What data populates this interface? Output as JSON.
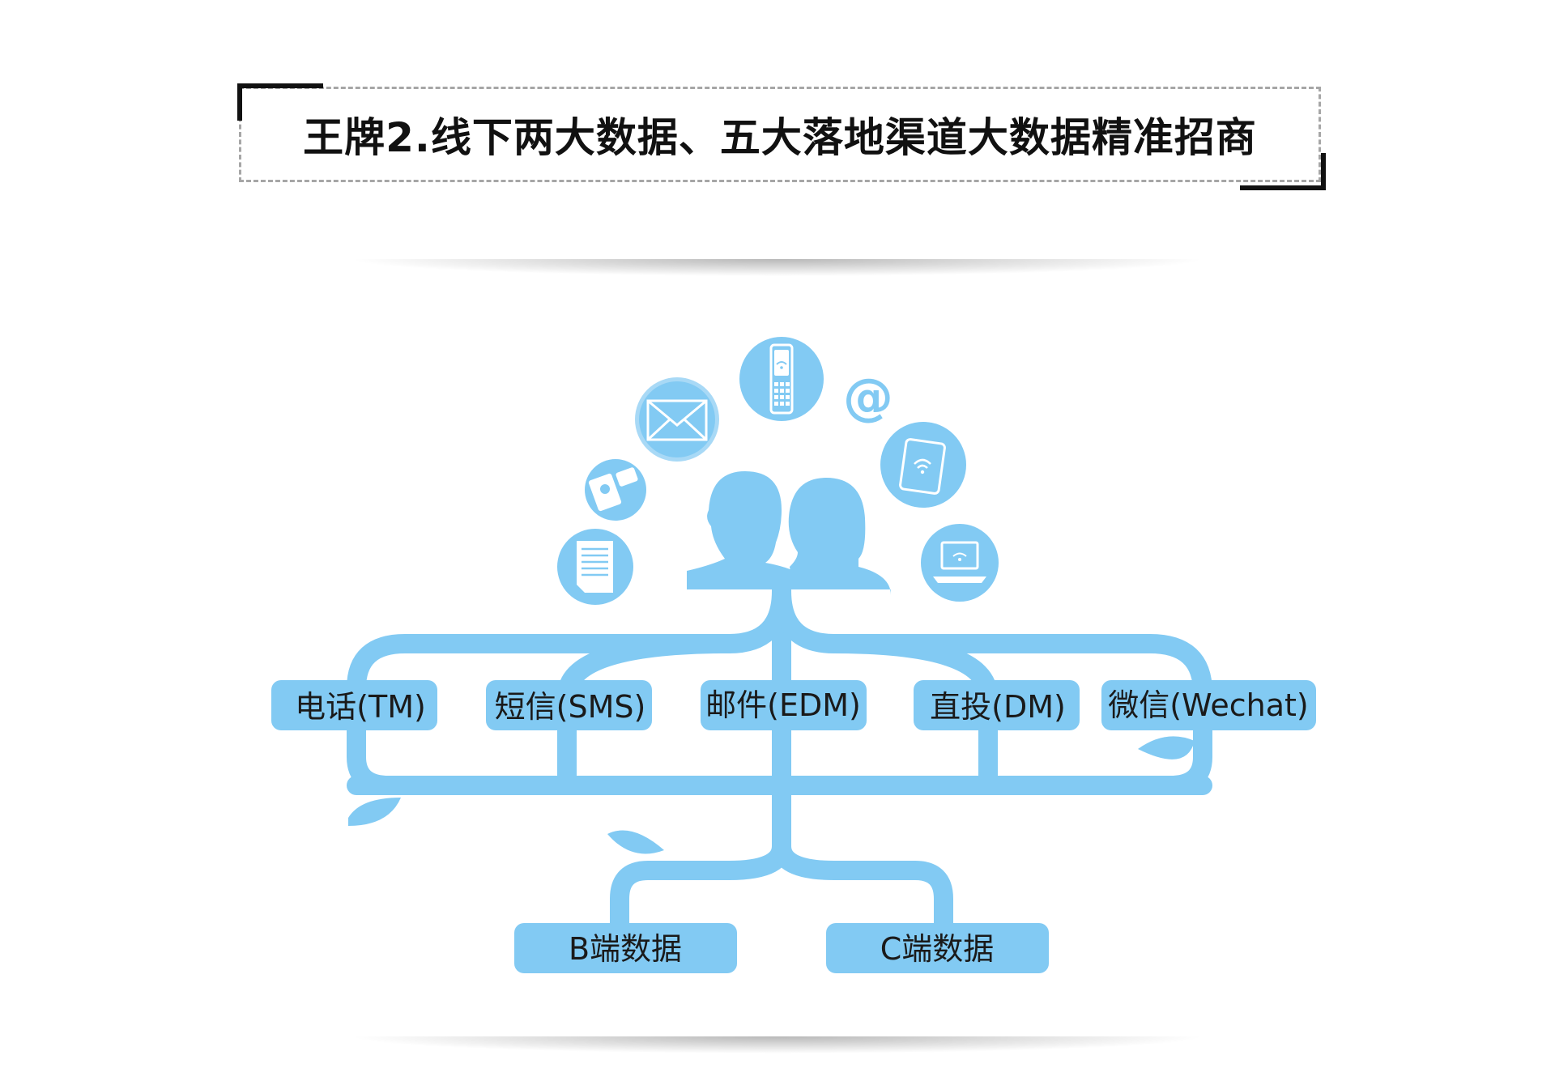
{
  "title": "王牌2.线下两大数据、五大落地渠道大数据精准招商",
  "channels": [
    {
      "label": "电话(TM)"
    },
    {
      "label": "短信(SMS)"
    },
    {
      "label": "邮件(EDM)"
    },
    {
      "label": "直投(DM)"
    },
    {
      "label": "微信(Wechat)"
    }
  ],
  "data_sources": [
    {
      "label": "B端数据"
    },
    {
      "label": "C端数据"
    }
  ],
  "icons": [
    "document-icon",
    "camera-icon",
    "envelope-icon",
    "mobile-phone-icon",
    "at-sign-icon",
    "tablet-icon",
    "laptop-icon",
    "people-icon"
  ],
  "colors": {
    "primary_blue": "#82caf3",
    "text_dark": "#1a1a1a",
    "frame_dash": "#a6a6a6"
  }
}
